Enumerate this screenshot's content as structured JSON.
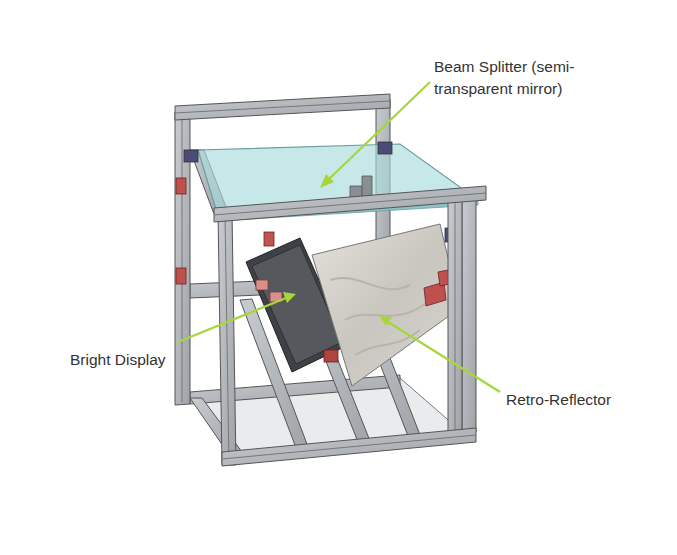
{
  "diagram": {
    "labels": [
      "Beam Splitter (semi-transparent mirror)",
      "Bright Display",
      "Retro-Reflector"
    ]
  }
}
